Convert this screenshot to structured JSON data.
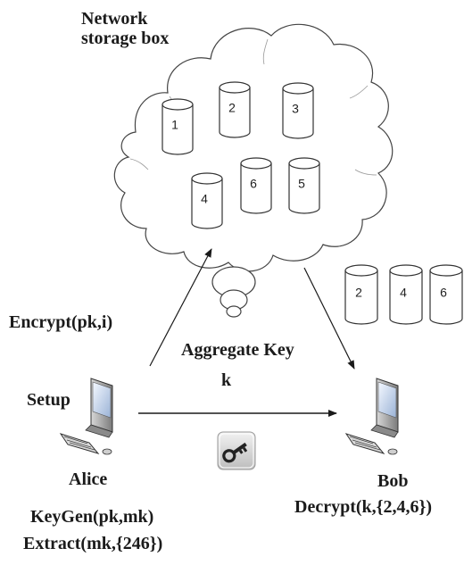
{
  "cloud": {
    "title_line1": "Network",
    "title_line2": "storage box"
  },
  "cloud_cylinders": [
    "1",
    "2",
    "3",
    "4",
    "6",
    "5"
  ],
  "bob_cylinders": [
    "2",
    "4",
    "6"
  ],
  "labels": {
    "encrypt": "Encrypt(pk,i)",
    "aggregate_key": "Aggregate Key",
    "k": "k",
    "setup": "Setup",
    "alice": "Alice",
    "bob": "Bob",
    "keygen": "KeyGen(pk,mk)",
    "extract": "Extract(mk,{246})",
    "decrypt": "Decrypt(k,{2,4,6})"
  },
  "icons": {
    "alice_computer": "computer-icon",
    "bob_computer": "computer-icon",
    "key": "key-icon"
  }
}
